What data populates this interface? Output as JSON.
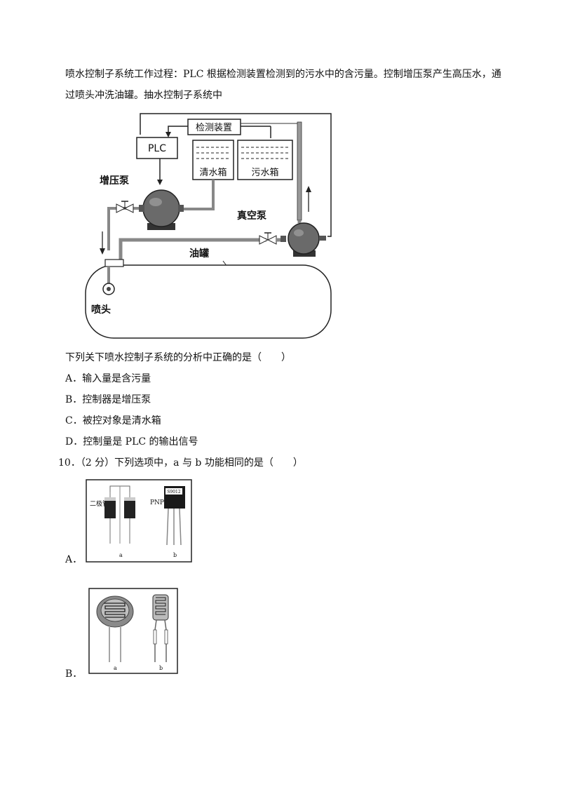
{
  "intro": {
    "line1": "喷水控制子系统工作过程：PLC 根据检测装置检测到的污水中的含污量。控制增压泵产生高压水，通",
    "line2": "过喷头冲洗油罐。抽水控制子系统中"
  },
  "diagram": {
    "detector": "检测装置",
    "plc": "PLC",
    "clean_tank": "清水箱",
    "dirty_tank": "污水箱",
    "booster_pump": "增压泵",
    "vacuum_pump": "真空泵",
    "oil_tank": "油罐",
    "nozzle": "喷头"
  },
  "q9": {
    "stem": "下列关下喷水控制子系统的分析中正确的是（　　）",
    "options": [
      "A．输入量是含污量",
      "B．控制器是增压泵",
      "C．被控对象是清水箱",
      "D．控制量是 PLC 的输出信号"
    ]
  },
  "q10": {
    "stem": "10．（2 分）下列选项中，a 与 b 功能相同的是（　　）",
    "option_a_letter": "A．",
    "option_b_letter": "B．",
    "fig_a": {
      "diode_label": "二极管",
      "pnp_label": "PNP",
      "chip_text": "S9012",
      "cap_a": "a",
      "cap_b": "b"
    },
    "fig_b": {
      "cap_a": "a",
      "cap_b": "b"
    }
  }
}
